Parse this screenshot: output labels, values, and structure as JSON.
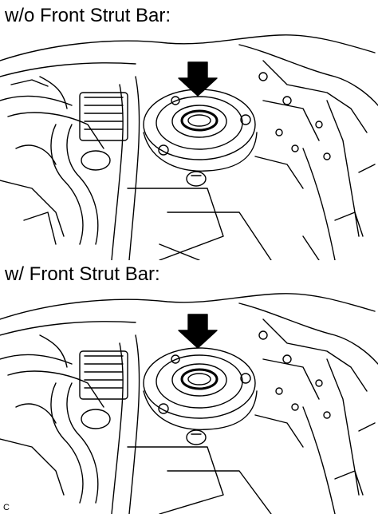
{
  "captions": {
    "without_bar": "w/o Front Strut Bar:",
    "with_bar": "w/ Front Strut Bar:"
  },
  "figure_code": "C",
  "icons": {
    "arrow": "down-arrow-icon"
  },
  "colors": {
    "line": "#000000",
    "background": "#ffffff"
  }
}
